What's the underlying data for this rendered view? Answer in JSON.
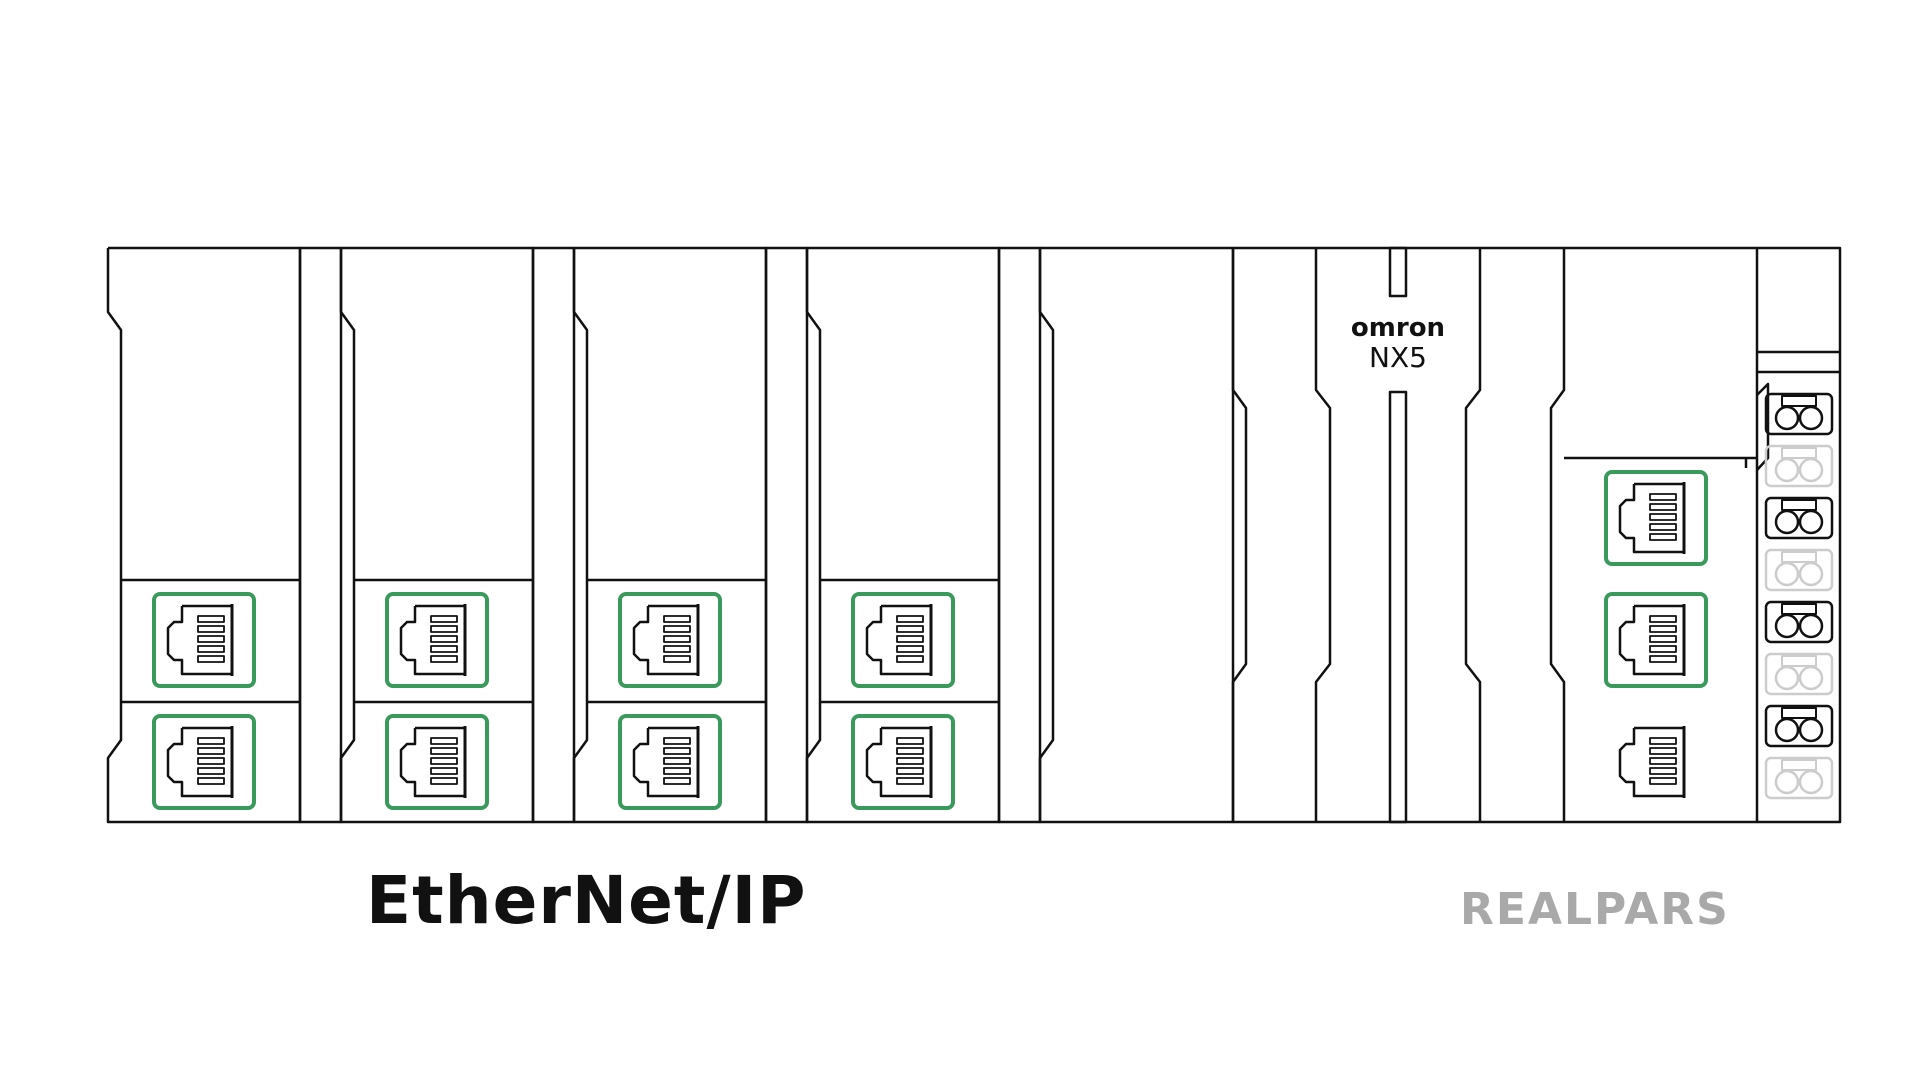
{
  "plc": {
    "brand": "omron",
    "model": "NX5"
  },
  "labels": {
    "protocol": "EtherNet/IP",
    "watermark": "REALPARS"
  },
  "colors": {
    "outline": "#111111",
    "port_highlight": "#3a9a5b",
    "background": "#ffffff",
    "watermark": "#a9a9a9",
    "faded_terminal": "#cccccc"
  },
  "modules": [
    {
      "kind": "ethernet-module",
      "ports": 2,
      "highlighted": [
        true,
        true
      ]
    },
    {
      "kind": "ethernet-module",
      "ports": 2,
      "highlighted": [
        true,
        true
      ]
    },
    {
      "kind": "ethernet-module",
      "ports": 2,
      "highlighted": [
        true,
        true
      ]
    },
    {
      "kind": "ethernet-module",
      "ports": 2,
      "highlighted": [
        true,
        true
      ]
    },
    {
      "kind": "spacer-module"
    },
    {
      "kind": "cpu-module"
    },
    {
      "kind": "cpu-port-module",
      "ports": 3,
      "highlighted": [
        true,
        true,
        false
      ]
    },
    {
      "kind": "terminal-block",
      "terminals": 8
    }
  ],
  "icons": [
    "rj45-port-icon",
    "terminal-icon"
  ]
}
